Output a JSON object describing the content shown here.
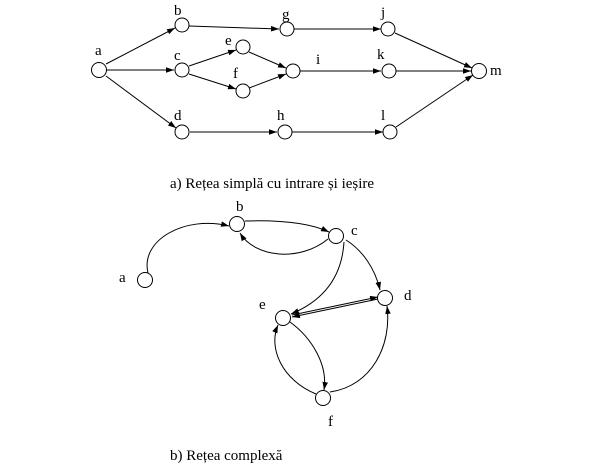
{
  "diagram_a": {
    "caption": "a) Rețea simplă cu intrare și ieșire",
    "nodes": {
      "a": "a",
      "b": "b",
      "c": "c",
      "d": "d",
      "e": "e",
      "f": "f",
      "g": "g",
      "h": "h",
      "i": "i",
      "j": "j",
      "k": "k",
      "l": "l",
      "m": "m"
    },
    "edges": [
      [
        "a",
        "b"
      ],
      [
        "a",
        "c"
      ],
      [
        "a",
        "d"
      ],
      [
        "b",
        "g"
      ],
      [
        "g",
        "j"
      ],
      [
        "j",
        "m"
      ],
      [
        "c",
        "e"
      ],
      [
        "c",
        "f"
      ],
      [
        "e",
        "i"
      ],
      [
        "f",
        "i"
      ],
      [
        "i",
        "k"
      ],
      [
        "k",
        "m"
      ],
      [
        "d",
        "h"
      ],
      [
        "h",
        "l"
      ],
      [
        "l",
        "m"
      ]
    ]
  },
  "diagram_b": {
    "caption": "b) Rețea complexă",
    "nodes": {
      "a": "a",
      "b": "b",
      "c": "c",
      "d": "d",
      "e": "e",
      "f": "f"
    },
    "edges": [
      [
        "a",
        "b"
      ],
      [
        "b",
        "c"
      ],
      [
        "c",
        "b"
      ],
      [
        "c",
        "d"
      ],
      [
        "c",
        "e"
      ],
      [
        "e",
        "d"
      ],
      [
        "d",
        "e"
      ],
      [
        "f",
        "e"
      ],
      [
        "e",
        "f"
      ],
      [
        "f",
        "d"
      ]
    ]
  }
}
